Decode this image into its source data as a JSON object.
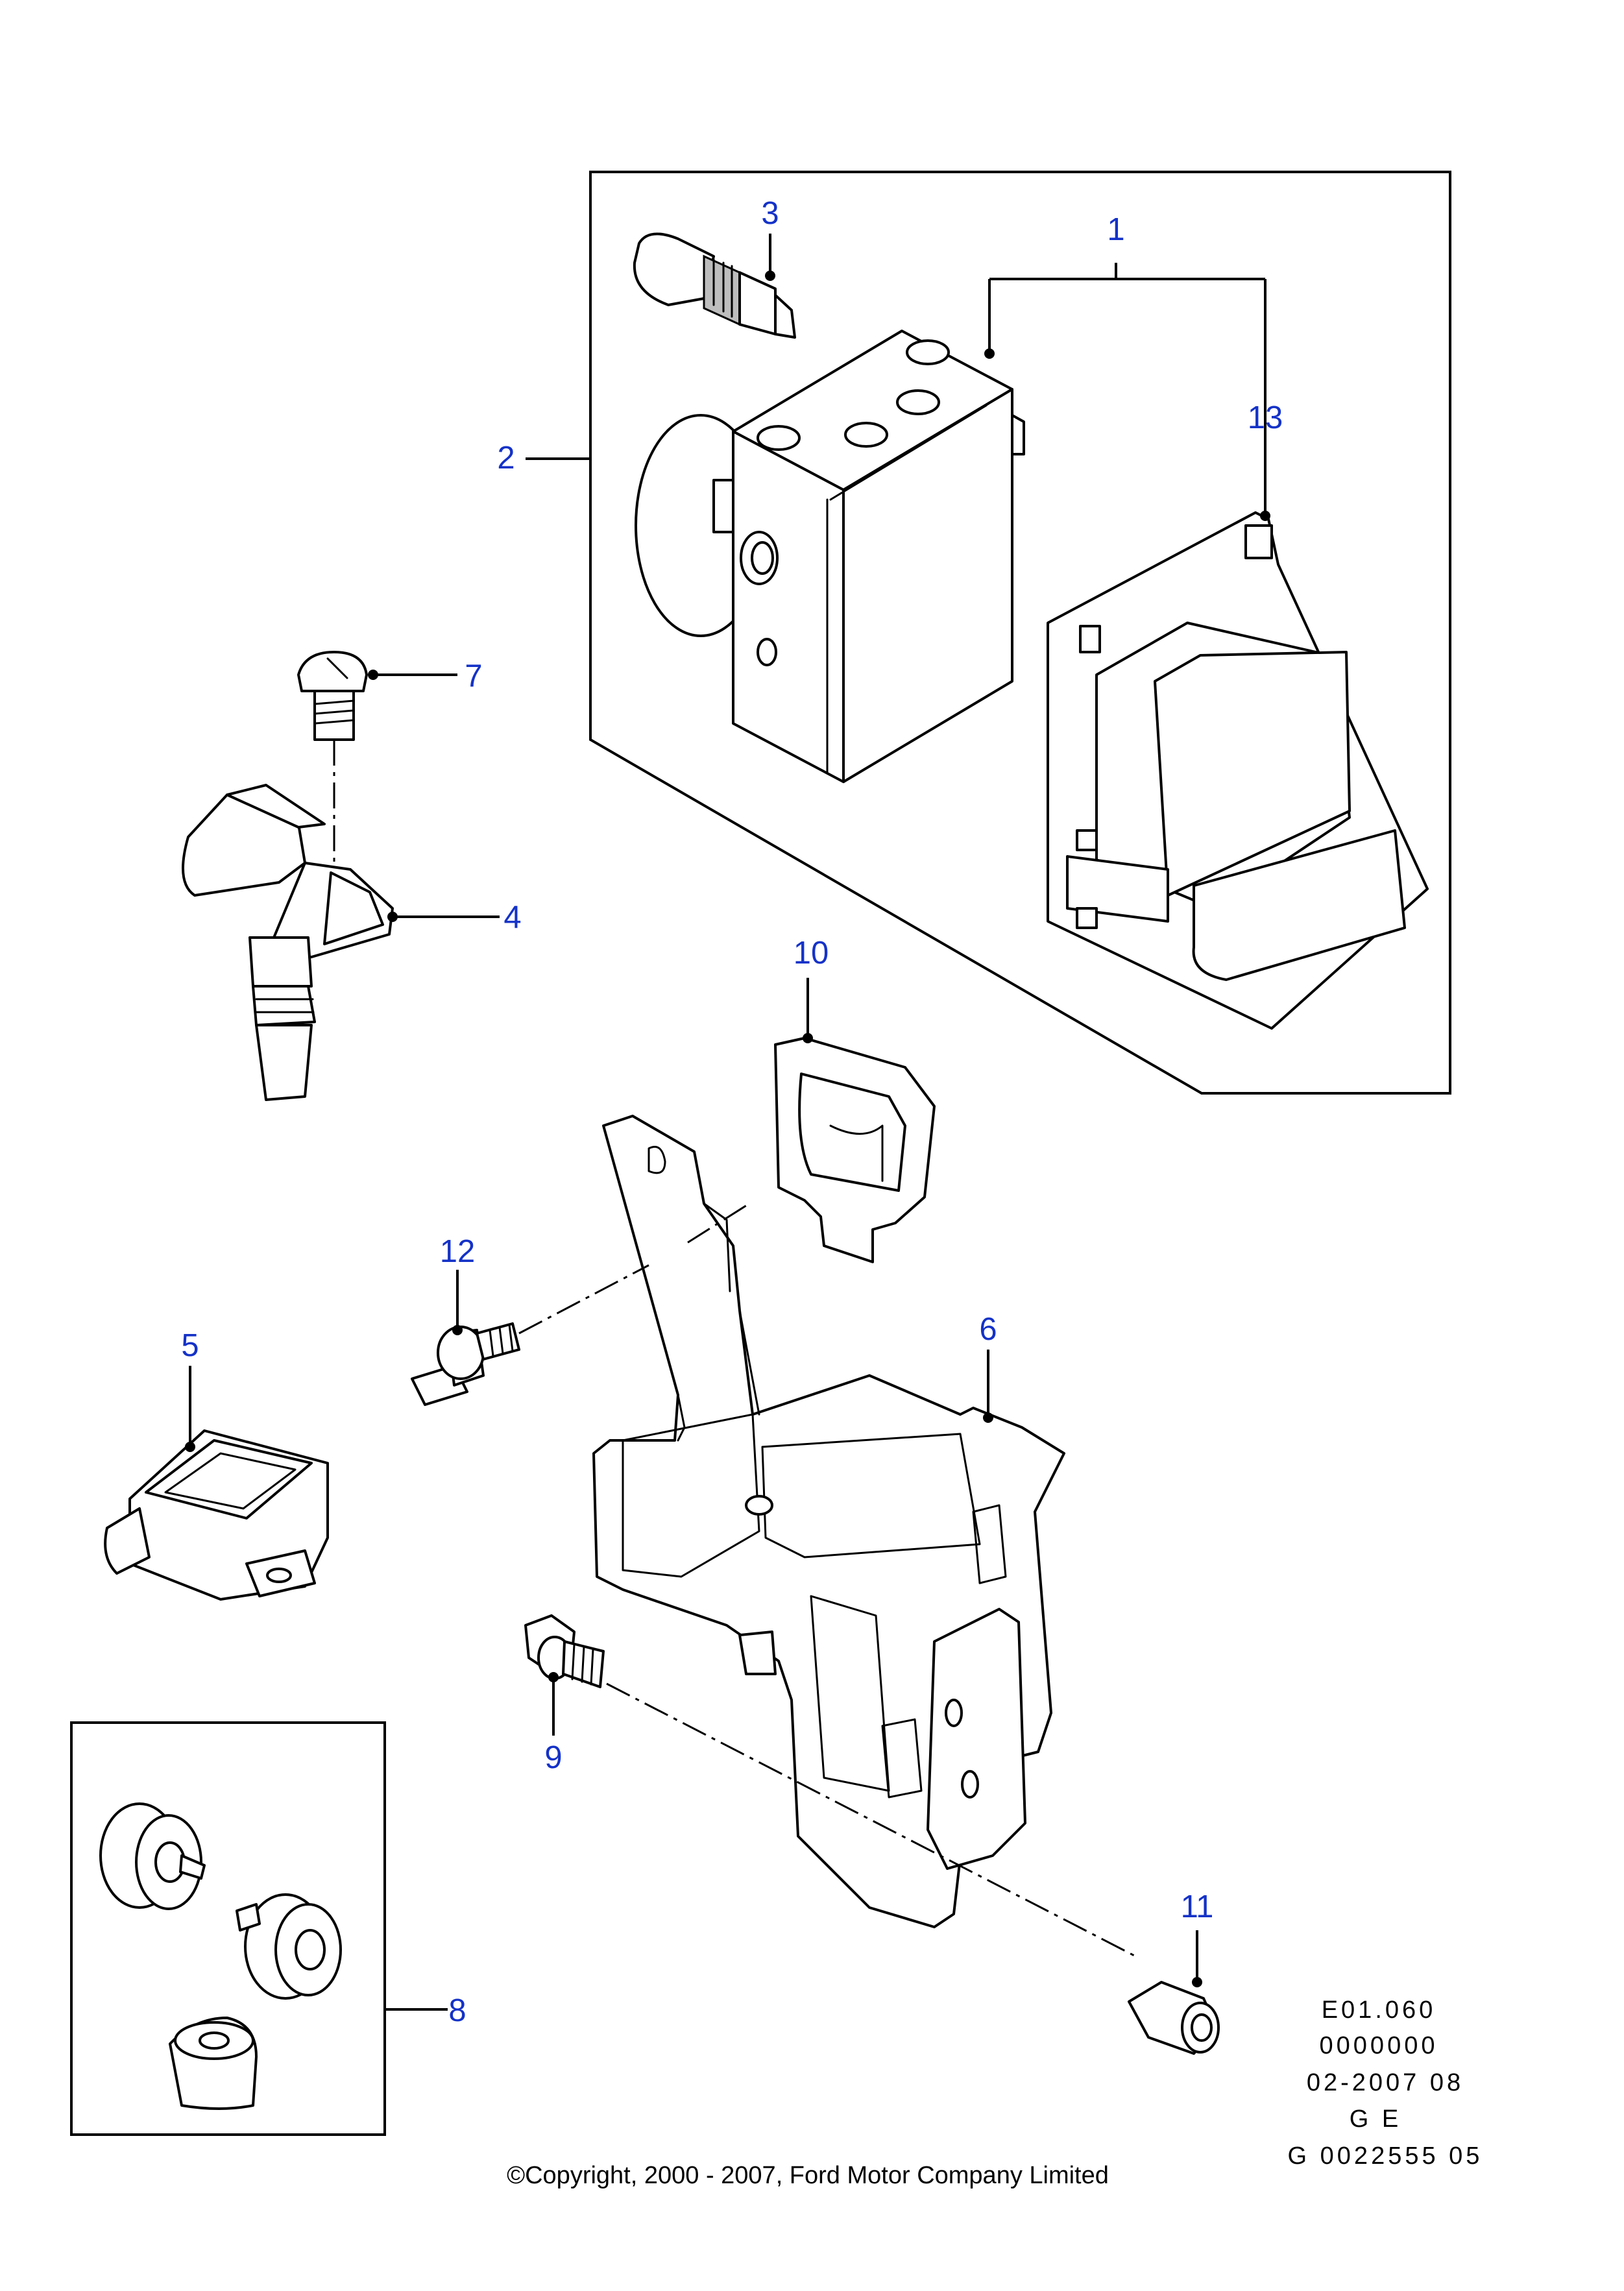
{
  "callouts": {
    "c1": "1",
    "c2": "2",
    "c3": "3",
    "c4": "4",
    "c5": "5",
    "c6": "6",
    "c7": "7",
    "c8": "8",
    "c9": "9",
    "c10": "10",
    "c11": "11",
    "c12": "12",
    "c13": "13"
  },
  "reference": {
    "line1": "E01.060",
    "line2": "0000000",
    "line3": "02-2007 08",
    "line4": "G E",
    "line5": "G 0022555 05"
  },
  "copyright": "©Copyright, 2000 - 2007, Ford Motor Company Limited",
  "colors": {
    "callout": "#1432c8",
    "line": "#000000",
    "shade": "#bdbdbd"
  }
}
